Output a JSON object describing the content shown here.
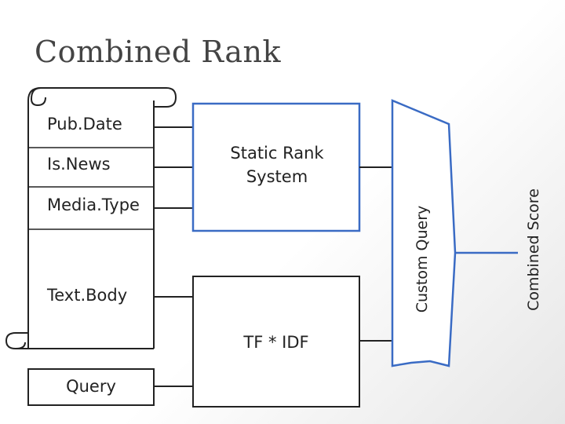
{
  "title": "Combined Rank",
  "scroll_fields": [
    "Pub.Date",
    "Is.News",
    "Media.Type",
    "Text.Body"
  ],
  "query_label": "Query",
  "static_rank_label": "Static Rank System",
  "tfidf_label": "TF * IDF",
  "custom_query_label": "Custom Query",
  "combined_score_label": "Combined Score",
  "colors": {
    "accent_blue": "#3a6bc4",
    "line": "#000000"
  }
}
